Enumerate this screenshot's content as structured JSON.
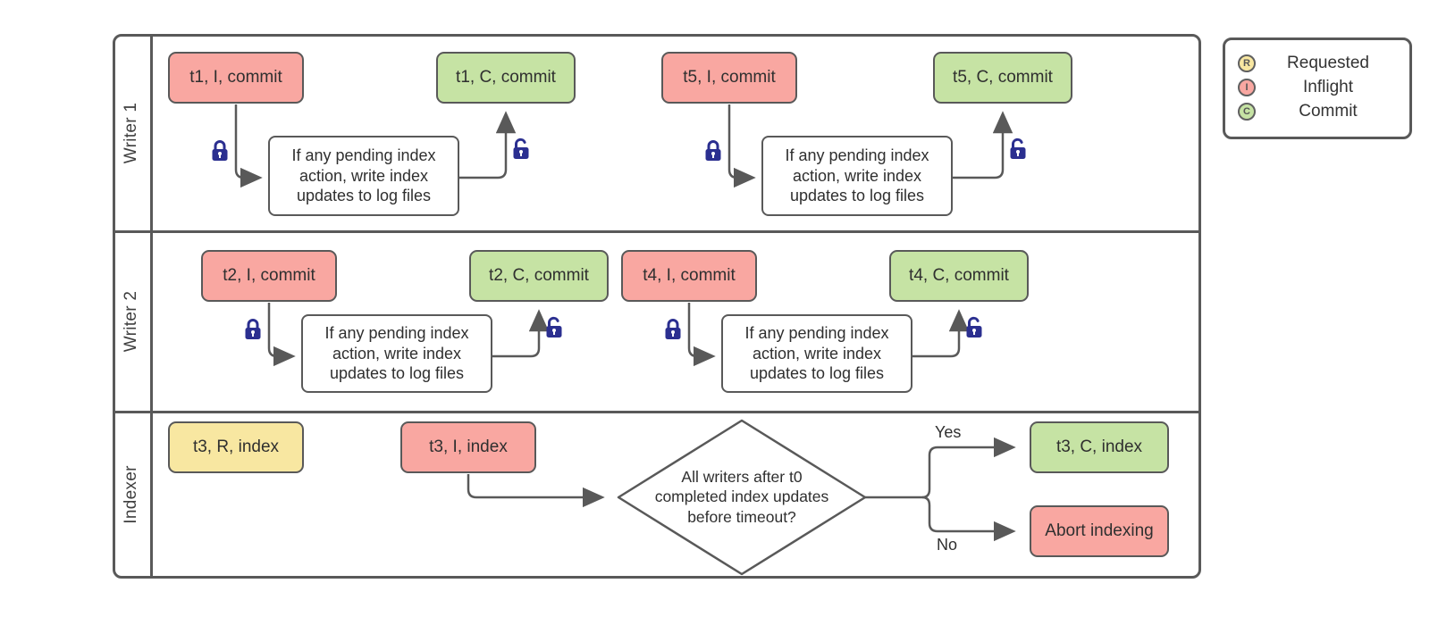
{
  "diagram": {
    "lanes": [
      {
        "label": "Writer 1"
      },
      {
        "label": "Writer 2"
      },
      {
        "label": "Indexer"
      }
    ],
    "process_text": "If any pending index action, write index updates to log files",
    "writer1": {
      "g1": {
        "inflight": "t1, I, commit",
        "commit": "t1, C, commit"
      },
      "g2": {
        "inflight": "t5, I, commit",
        "commit": "t5, C, commit"
      }
    },
    "writer2": {
      "g1": {
        "inflight": "t2, I, commit",
        "commit": "t2, C, commit"
      },
      "g2": {
        "inflight": "t4, I, commit",
        "commit": "t4, C, commit"
      }
    },
    "indexer": {
      "requested": "t3, R, index",
      "inflight": "t3, I, index",
      "decision": "All writers after t0 completed index updates before timeout?",
      "yes_label": "Yes",
      "no_label": "No",
      "commit": "t3, C, index",
      "abort": "Abort indexing"
    }
  },
  "legend": {
    "items": [
      {
        "symbol": "R",
        "label": "Requested",
        "color": "#f8e7a1"
      },
      {
        "symbol": "I",
        "label": "Inflight",
        "color": "#f9a7a1"
      },
      {
        "symbol": "C",
        "label": "Commit",
        "color": "#c6e3a4"
      }
    ]
  },
  "colors": {
    "inflight": "#f9a7a1",
    "commit": "#c6e3a4",
    "requested": "#f8e7a1",
    "process": "#ffffff",
    "border": "#595959",
    "connector": "#595959",
    "lock": "#2b2f90"
  },
  "icons": {
    "closed_lock": "closed-lock-icon",
    "open_lock": "open-lock-icon"
  }
}
